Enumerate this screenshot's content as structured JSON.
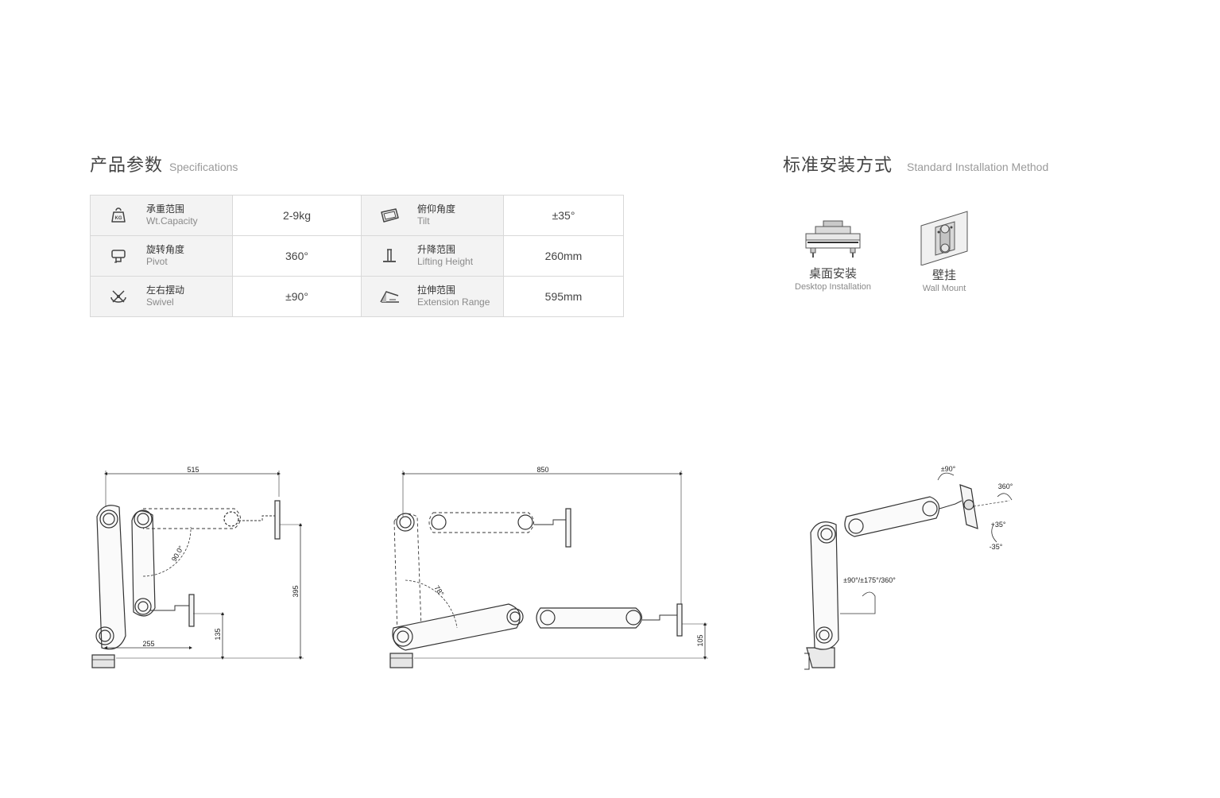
{
  "specifications": {
    "title_zh": "产品参数",
    "title_en": "Specifications",
    "rows": [
      [
        {
          "icon": "weight-icon",
          "label_zh": "承重范围",
          "label_en": "Wt.Capacity",
          "value": "2-9kg"
        },
        {
          "icon": "tilt-icon",
          "label_zh": "俯仰角度",
          "label_en": "Tilt",
          "value": "±35°"
        }
      ],
      [
        {
          "icon": "pivot-icon",
          "label_zh": "旋转角度",
          "label_en": "Pivot",
          "value": "360°"
        },
        {
          "icon": "lifting-height-icon",
          "label_zh": "升降范围",
          "label_en": "Lifting Height",
          "value": "260mm"
        }
      ],
      [
        {
          "icon": "swivel-icon",
          "label_zh": "左右摆动",
          "label_en": "Swivel",
          "value": "±90°"
        },
        {
          "icon": "extension-range-icon",
          "label_zh": "拉伸范围",
          "label_en": "Extension Range",
          "value": "595mm"
        }
      ]
    ]
  },
  "installation": {
    "title_zh": "标准安装方式",
    "title_en": "Standard Installation Method",
    "methods": [
      {
        "icon": "desk-clamp-icon",
        "label_zh": "桌面安装",
        "label_en": "Desktop Installation"
      },
      {
        "icon": "wall-mount-icon",
        "label_zh": "壁挂",
        "label_en": "Wall Mount"
      }
    ]
  },
  "diagrams": {
    "retracted": {
      "width": "515",
      "base_width": "255",
      "low_height": "135",
      "high_height": "395",
      "angle": "90.0°"
    },
    "extended": {
      "width": "850",
      "low_height": "105",
      "angle": "78°"
    },
    "rotation": {
      "swivel": "±90°",
      "pivot": "360°",
      "tilt_up": "+35°",
      "tilt_down": "-35°",
      "arm_joint": "±90°/±175°/360°"
    }
  }
}
